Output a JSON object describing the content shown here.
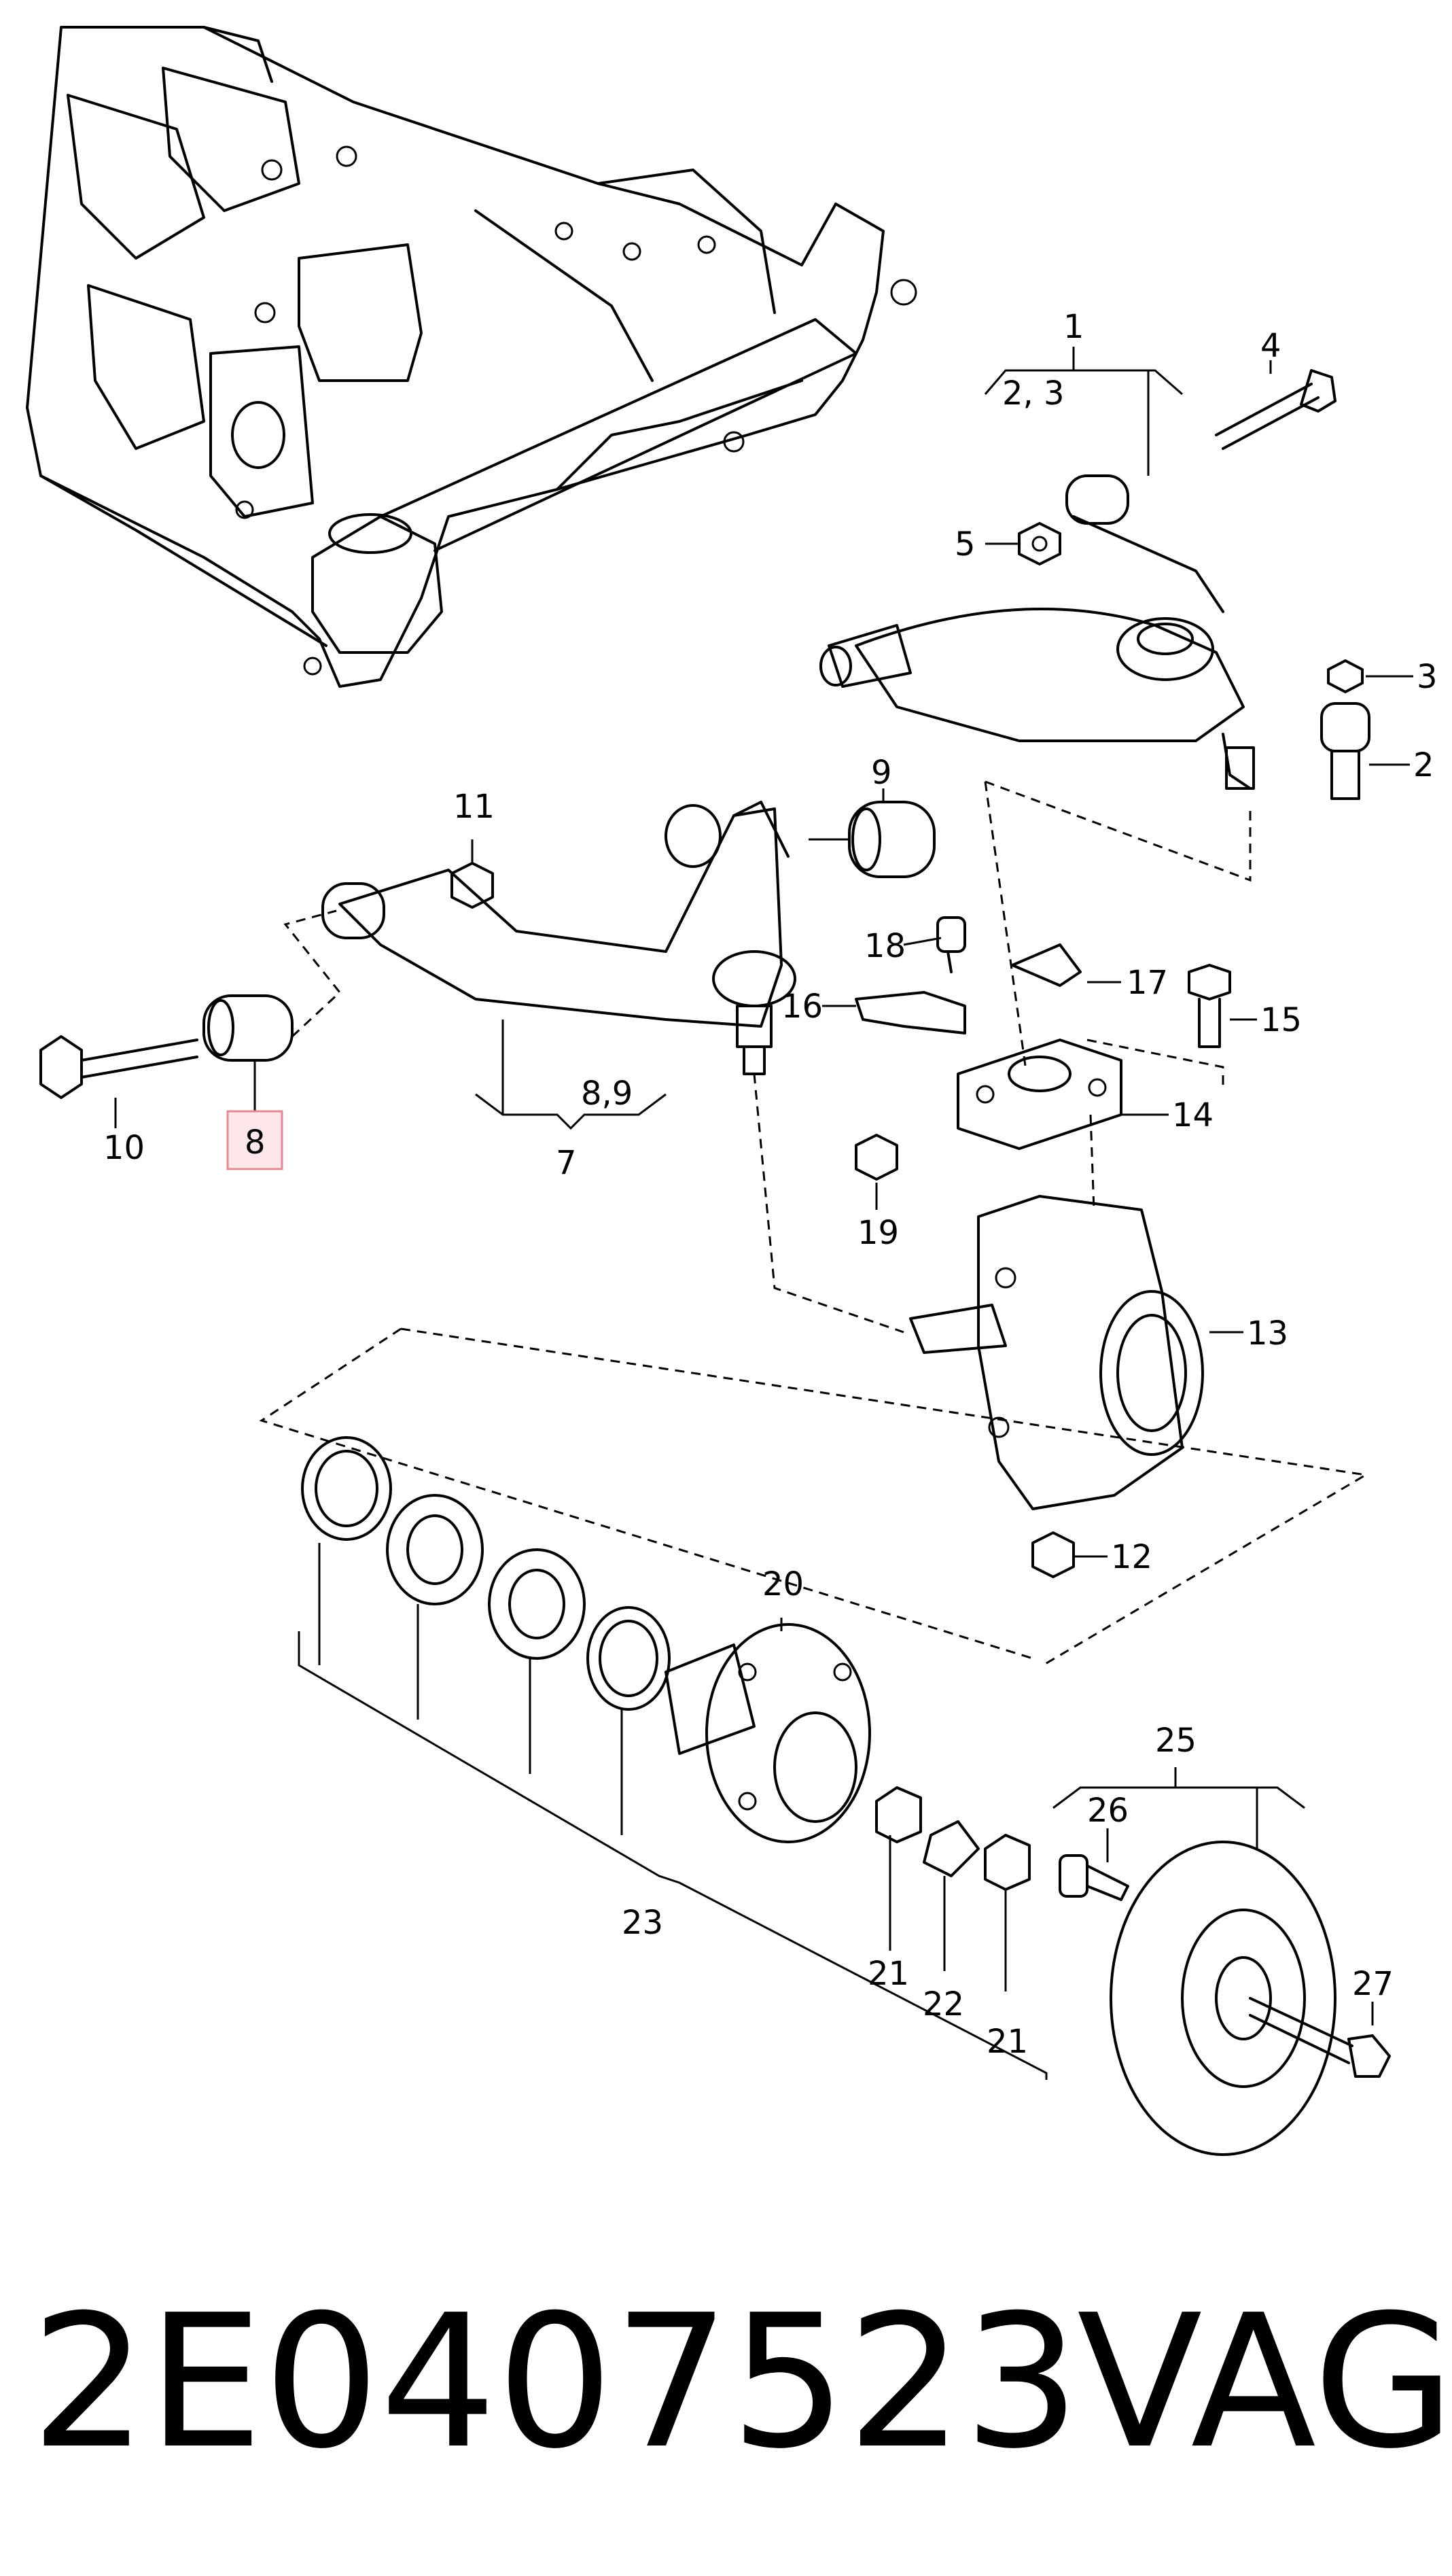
{
  "diagram": {
    "callouts": [
      {
        "id": "c1",
        "text": "1"
      },
      {
        "id": "c23a",
        "text": "2, 3"
      },
      {
        "id": "c4",
        "text": "4"
      },
      {
        "id": "c5",
        "text": "5"
      },
      {
        "id": "c3",
        "text": "3"
      },
      {
        "id": "c2",
        "text": "2"
      },
      {
        "id": "c9",
        "text": "9"
      },
      {
        "id": "c11",
        "text": "11"
      },
      {
        "id": "c18",
        "text": "18"
      },
      {
        "id": "c17",
        "text": "17"
      },
      {
        "id": "c16",
        "text": "16"
      },
      {
        "id": "c15",
        "text": "15"
      },
      {
        "id": "c14",
        "text": "14"
      },
      {
        "id": "c89",
        "text": "8,9"
      },
      {
        "id": "c7",
        "text": "7"
      },
      {
        "id": "c10",
        "text": "10"
      },
      {
        "id": "c8",
        "text": "8"
      },
      {
        "id": "c19",
        "text": "19"
      },
      {
        "id": "c13",
        "text": "13"
      },
      {
        "id": "c12",
        "text": "12"
      },
      {
        "id": "c20",
        "text": "20"
      },
      {
        "id": "c25",
        "text": "25"
      },
      {
        "id": "c26",
        "text": "26"
      },
      {
        "id": "c23",
        "text": "23"
      },
      {
        "id": "c21a",
        "text": "21"
      },
      {
        "id": "c22",
        "text": "22"
      },
      {
        "id": "c21b",
        "text": "21"
      },
      {
        "id": "c27",
        "text": "27"
      }
    ],
    "highlighted_callout": "8"
  },
  "footer": {
    "part_number": "2E0407523",
    "brand": "VAG"
  }
}
